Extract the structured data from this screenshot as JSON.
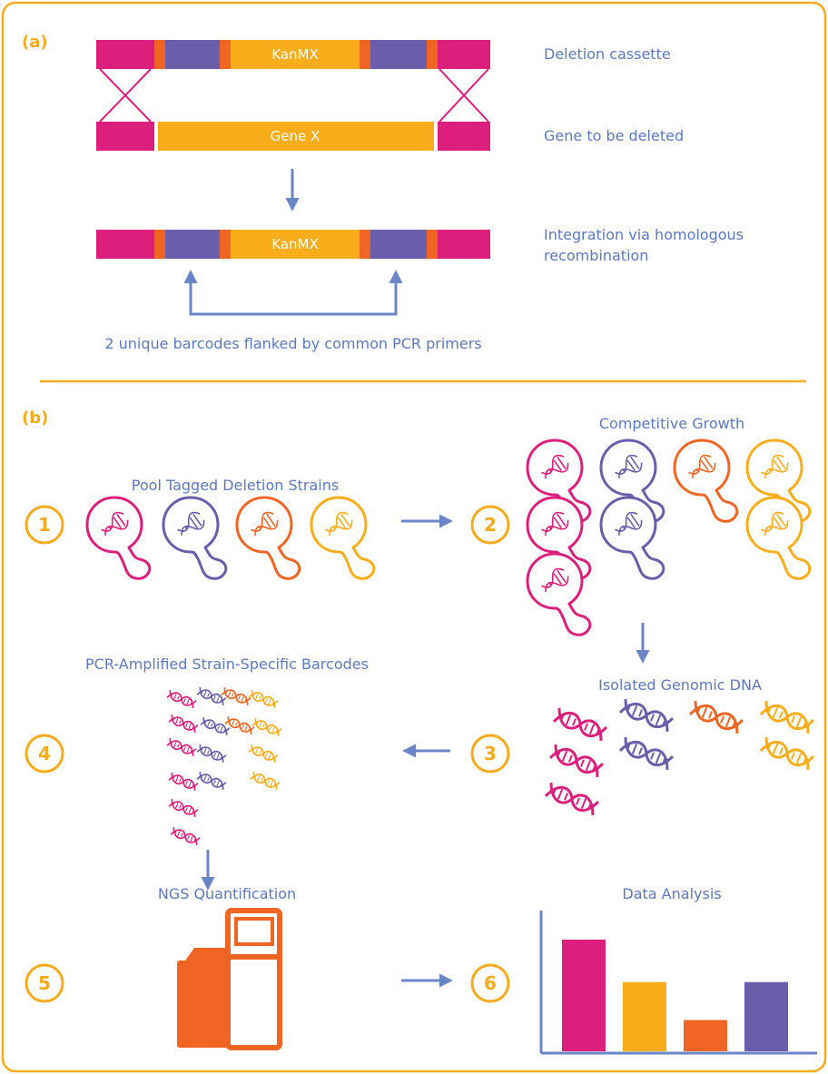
{
  "panel_a": {
    "label": "(a)",
    "cassette_gene": "KanMX",
    "target_gene": "Gene X",
    "integrated_gene": "KanMX",
    "label_cassette": "Deletion cassette",
    "label_gene": "Gene to be deleted",
    "label_integration_1": "Integration via homologous",
    "label_integration_2": "recombination",
    "barcodes_caption": "2 unique barcodes flanked by common PCR primers"
  },
  "panel_b": {
    "label": "(b)",
    "steps": [
      {
        "num": "1",
        "title": "Pool Tagged Deletion Strains"
      },
      {
        "num": "2",
        "title": "Competitive Growth"
      },
      {
        "num": "3",
        "title": "Isolated Genomic DNA"
      },
      {
        "num": "4",
        "title": "PCR-Amplified Strain-Specific Barcodes"
      },
      {
        "num": "5",
        "title": "NGS Quantification"
      },
      {
        "num": "6",
        "title": "Data Analysis"
      }
    ]
  },
  "colors": {
    "magenta": "#dc1f7d",
    "purple": "#6a5eab",
    "orange": "#f06523",
    "yellow": "#f9ad1a",
    "blue": "#6b86c7",
    "border": "#f5ab1c"
  },
  "chart_data": {
    "type": "bar",
    "categories": [
      "",
      "",
      "",
      ""
    ],
    "values": [
      1.0,
      0.62,
      0.28,
      0.62
    ],
    "colors": [
      "#dc1f7d",
      "#f9ad1a",
      "#f06523",
      "#6a5eab"
    ],
    "grid": false,
    "note_unlabeled_axes": true
  }
}
